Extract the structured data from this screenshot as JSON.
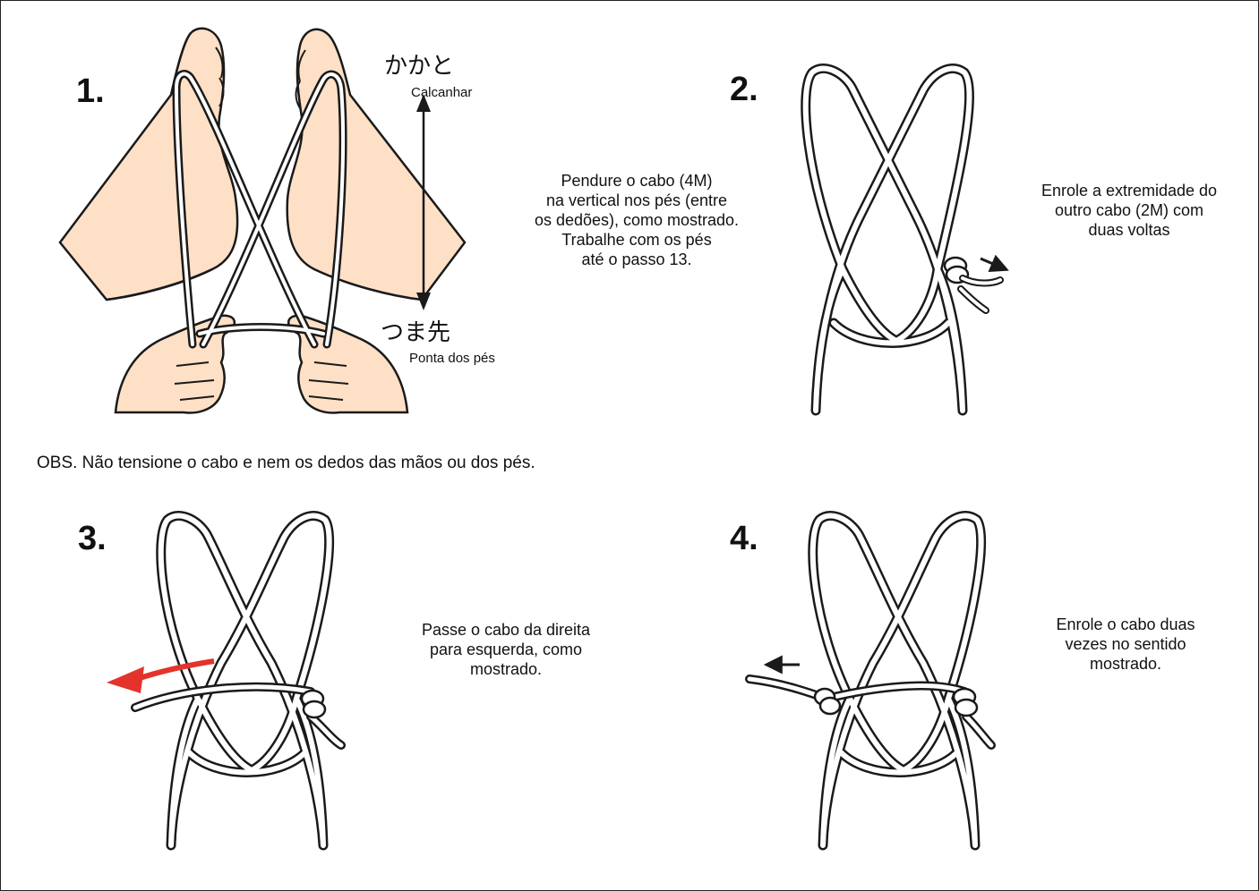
{
  "colors": {
    "skin": "#fde0c6",
    "line": "#1a1a1a",
    "cord_fill": "#ffffff",
    "arrow_red": "#e3332b"
  },
  "note": "OBS. Não tensione o cabo e nem os dedos das mãos ou dos pés.",
  "steps": [
    {
      "number": "1.",
      "caption": [
        "Pendure o cabo (4M)",
        "na vertical nos pés (entre",
        "os dedões), como mostrado.",
        "Trabalhe com os pés",
        "até o passo 13."
      ],
      "labels": {
        "heel_jp": "かかと",
        "heel": "Calcanhar",
        "toe_jp": "つま先",
        "toe": "Ponta dos pés"
      }
    },
    {
      "number": "2.",
      "caption": [
        "Enrole a extremidade do",
        "outro cabo (2M) com",
        "duas voltas"
      ]
    },
    {
      "number": "3.",
      "caption": [
        "Passe o cabo da direita",
        "para esquerda, como",
        "mostrado."
      ]
    },
    {
      "number": "4.",
      "caption": [
        "Enrole o cabo duas",
        "vezes no sentido",
        "mostrado."
      ]
    }
  ]
}
